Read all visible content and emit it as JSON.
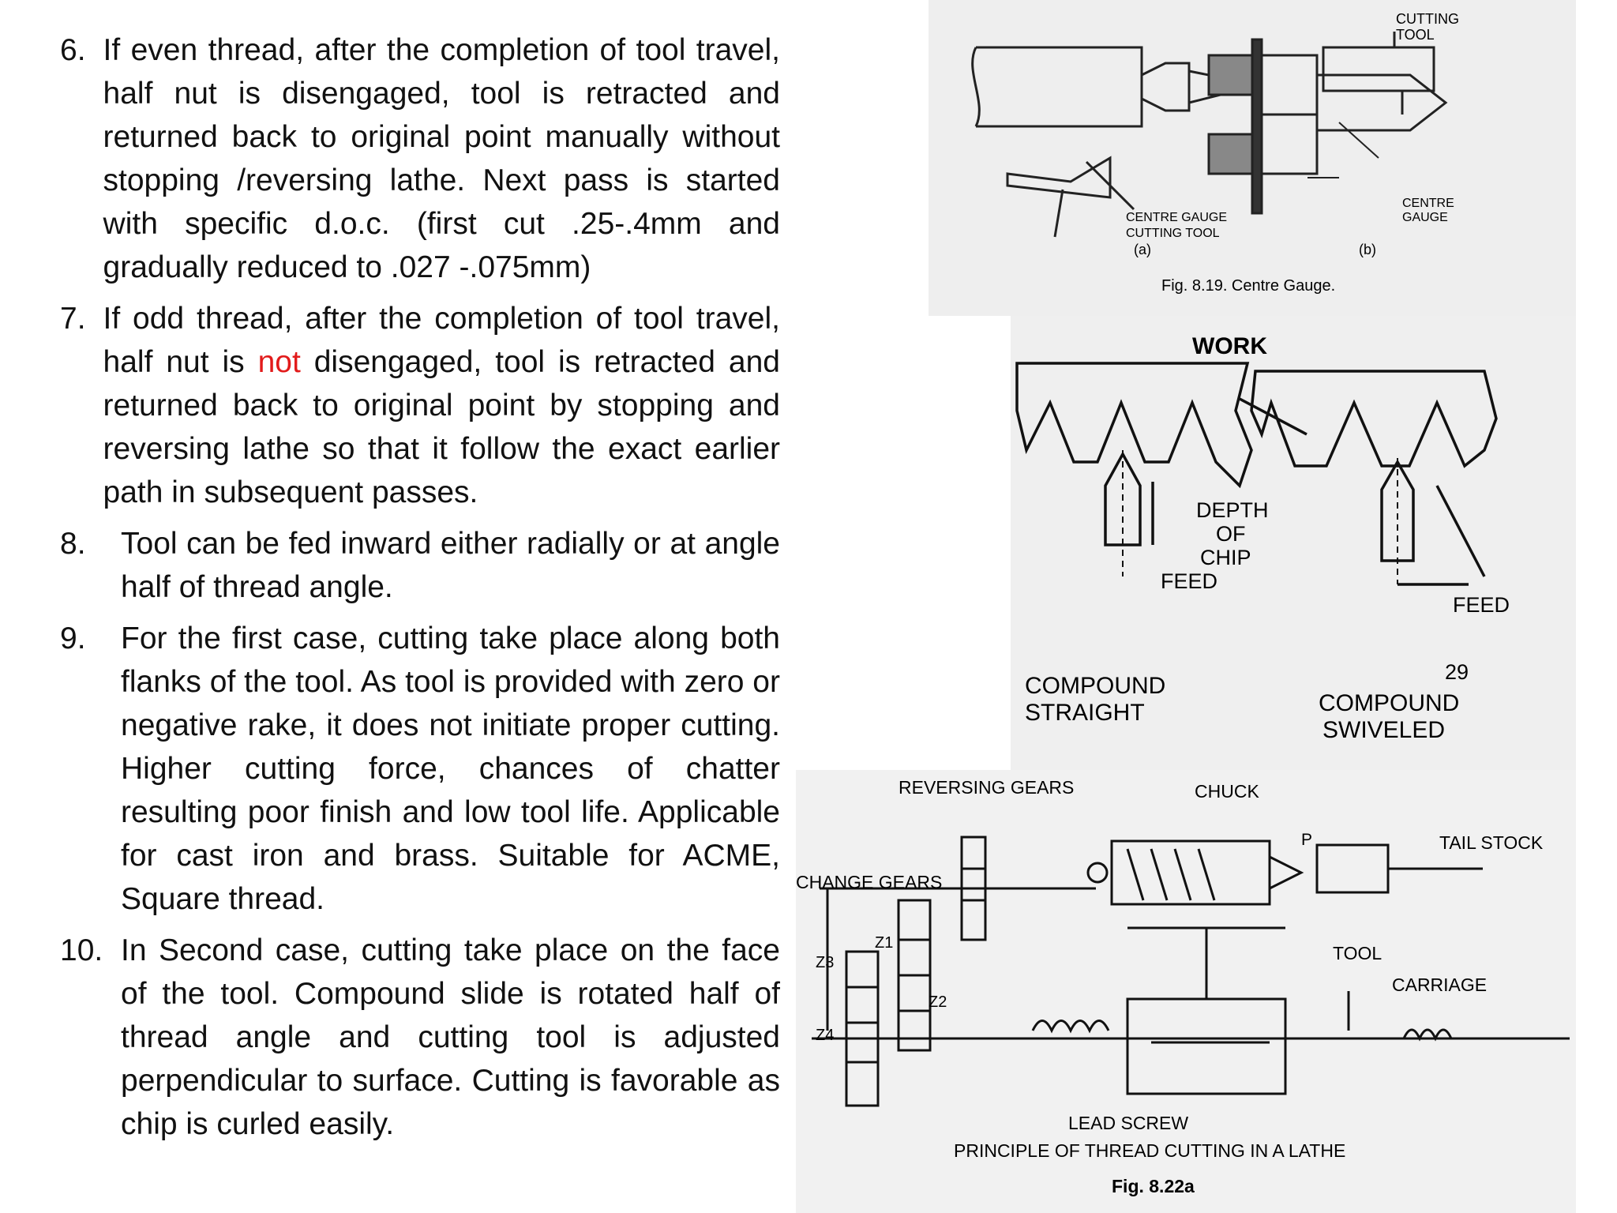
{
  "items": [
    {
      "num": "6.",
      "style": "inline",
      "parts": [
        {
          "text": "If even thread, after the completion of tool travel, half nut is disengaged, tool is retracted and returned back to original point manually without stopping /reversing lathe. Next pass is started with specific d.o.c. (first cut .25-.4mm and gradually reduced to .027 -.075mm)"
        }
      ]
    },
    {
      "num": "7.",
      "style": "inline",
      "parts": [
        {
          "text": " If odd thread, after the completion of tool travel, half nut is "
        },
        {
          "text": "not",
          "color": "#e21b1b"
        },
        {
          "text": " disengaged, tool is retracted and returned back to original point by stopping  and reversing lathe so that it follow the exact earlier path in subsequent passes."
        }
      ]
    },
    {
      "num": "8.",
      "style": "hang",
      "parts": [
        {
          "text": "Tool can be fed inward either radially or at angle half of thread angle."
        }
      ]
    },
    {
      "num": "9.",
      "style": "hang",
      "parts": [
        {
          "text": "For the first case, cutting take place along both flanks of the tool. As tool is provided with zero or negative rake, it does not initiate proper cutting. Higher cutting force, chances of chatter resulting poor finish and low tool life. Applicable for cast iron and brass. Suitable for ACME, Square thread."
        }
      ]
    },
    {
      "num": "10.",
      "style": "hang",
      "parts": [
        {
          "text": "In Second case, cutting take place on the face of the tool. Compound slide is rotated half of thread angle and cutting tool is adjusted perpendicular to surface. Cutting is favorable as chip is curled easily."
        }
      ]
    }
  ],
  "figures": {
    "fig1": {
      "caption": "Fig. 8.19. Centre Gauge.",
      "labels": {
        "cutting_tool_top": "CUTTING",
        "cutting_tool_top2": "TOOL",
        "centre_gauge": "CENTRE GAUGE",
        "cutting_tool": "CUTTING TOOL",
        "centre_gauge_b": "CENTRE",
        "centre_gauge_b2": "GAUGE",
        "sub_a": "(a)",
        "sub_b": "(b)"
      }
    },
    "fig2": {
      "labels": {
        "work": "WORK",
        "depth1": "DEPTH",
        "depth2": "OF",
        "depth3": "CHIP",
        "feed_left": "FEED",
        "feed_right": "FEED",
        "angle": "29",
        "compound_straight1": "COMPOUND",
        "compound_straight2": "STRAIGHT",
        "compound_swiveled1": "COMPOUND",
        "compound_swiveled2": "SWIVELED"
      }
    },
    "fig3": {
      "caption": "Fig. 8.22a",
      "title": "PRINCIPLE OF THREAD CUTTING IN A LATHE",
      "labels": {
        "reversing_gears": "REVERSING GEARS",
        "chuck": "CHUCK",
        "tail_stock": "TAIL STOCK",
        "p": "P",
        "change_gears": "CHANGE GEARS",
        "z1": "Z1",
        "z2": "Z2",
        "z3": "Z3",
        "z4": "Z4",
        "tool": "TOOL",
        "carriage": "CARRIAGE",
        "lead_screw": "LEAD SCREW"
      }
    }
  }
}
